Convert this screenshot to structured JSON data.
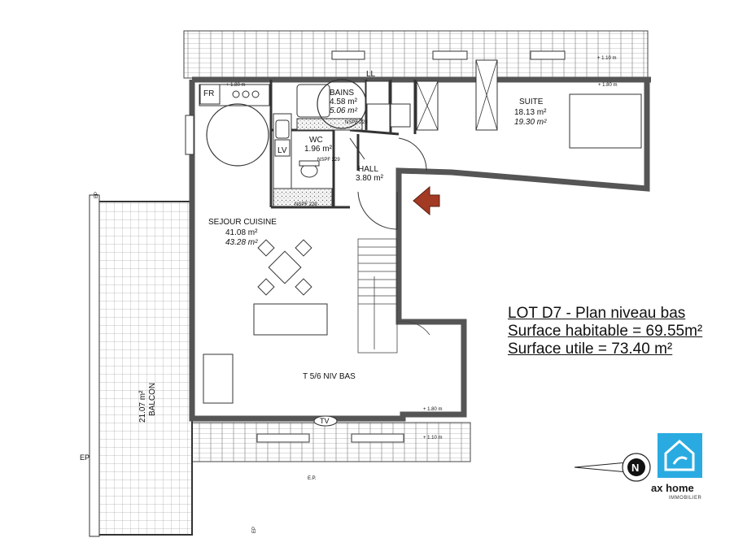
{
  "plan": {
    "rooms": {
      "fr": "FR",
      "ll": "LL",
      "lv": "LV",
      "bains": {
        "name": "BAINS",
        "area": "4.58 m²",
        "area_alt": "5.06 m²"
      },
      "wc": {
        "name": "WC",
        "area": "1.96 m²"
      },
      "hall": {
        "name": "HALL",
        "area": "3.80 m²"
      },
      "suite": {
        "name": "SUITE",
        "area": "18.13 m²",
        "area_alt": "19.30 m²"
      },
      "sejour": {
        "name": "SEJOUR CUISINE",
        "area": "41.08 m²",
        "area_alt": "43.28 m²"
      },
      "balcon": {
        "name": "BALCON",
        "area": "21.07 m²"
      },
      "tv": "TV",
      "level": "T 5/6 NIV BAS"
    },
    "dimensions": {
      "d1": "+ 1.80 m",
      "d2": "+ 1.80 m",
      "d3": "+ 1.80 m",
      "d4": "+ 1.10 m",
      "d5": "+ 1.10 m"
    },
    "notes": {
      "ep1": "EP",
      "ep2": "EP",
      "ep3": "EP",
      "ep4": "E.P.",
      "hsp1": "NSPF 229",
      "hsp2": "NSPF 229",
      "hsp3": "NSPF 229"
    },
    "compass": "N"
  },
  "summary": {
    "line1": "LOT D7 - Plan niveau bas",
    "line2": "Surface habitable = 69.55m²",
    "line3": "Surface utile = 73.40 m²"
  },
  "logo": {
    "name": "ax home",
    "sub": "IMMOBILIER",
    "color": "#29abe2"
  }
}
